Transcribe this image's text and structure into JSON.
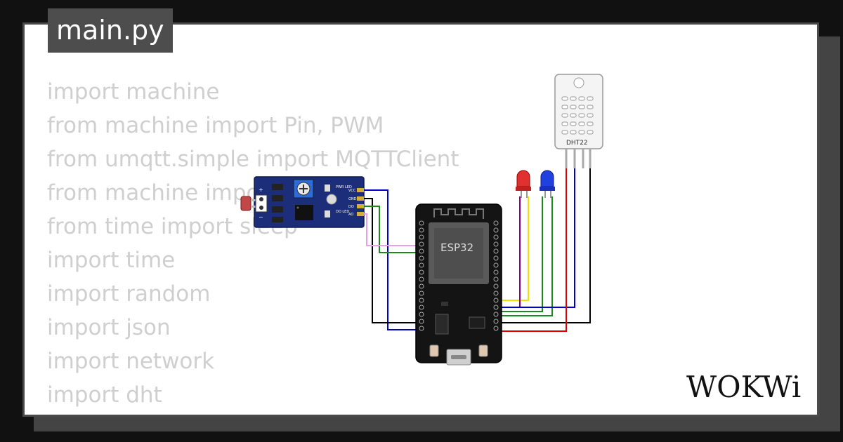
{
  "file_tab": {
    "label": "main.py"
  },
  "code_lines": [
    "import machine",
    "from machine import Pin, PWM",
    "from umqtt.simple import MQTTClient",
    "from machine import ADC",
    "from time import sleep",
    "import time",
    "import random",
    "import json",
    "import network",
    "import dht",
    "#######################################"
  ],
  "components": {
    "ldr_module": {
      "labels": [
        "+",
        "−",
        "PWR LED",
        "DO LED",
        "VCC",
        "GND",
        "DO",
        "AO"
      ]
    },
    "esp32": {
      "label": "ESP32"
    },
    "dht22": {
      "label": "DHT22"
    }
  },
  "logo": {
    "text": "WOKWi"
  },
  "colors": {
    "background": "#111111",
    "card": "#ffffff",
    "tab": "#4d4d4d",
    "code_text": "#cfcfcf",
    "wire_pink": "#e8a0e8",
    "wire_green": "#1a8a1a",
    "wire_blue": "#0000cc",
    "wire_black": "#000000",
    "wire_red": "#dd0000",
    "wire_yellow": "#f0e000",
    "wire_purple": "#880088"
  }
}
